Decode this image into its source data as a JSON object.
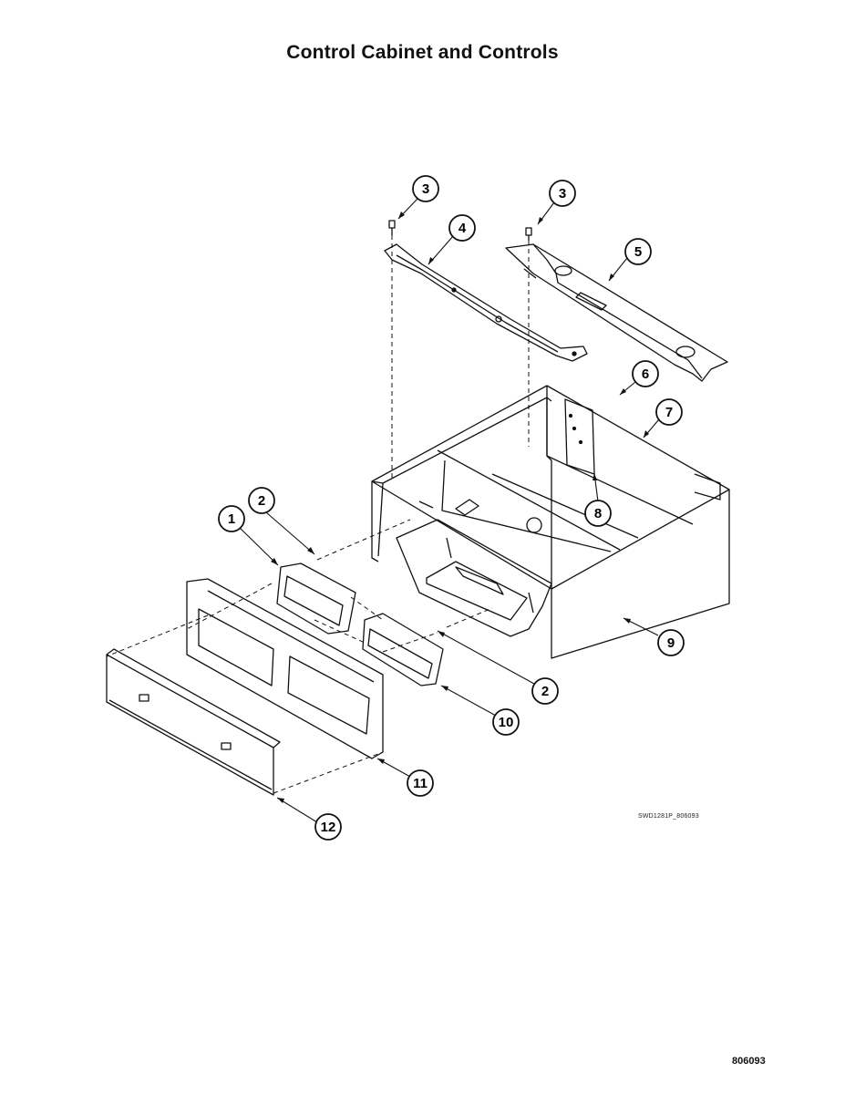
{
  "page": {
    "title": "Control Cabinet and Controls",
    "figure_code": "SWD1281P_806093",
    "page_number": "806093"
  },
  "callouts": {
    "c1": "1",
    "c2a": "2",
    "c2b": "2",
    "c3a": "3",
    "c3b": "3",
    "c4": "4",
    "c5": "5",
    "c6": "6",
    "c7": "7",
    "c8": "8",
    "c9": "9",
    "c10": "10",
    "c11": "11",
    "c12": "12"
  }
}
